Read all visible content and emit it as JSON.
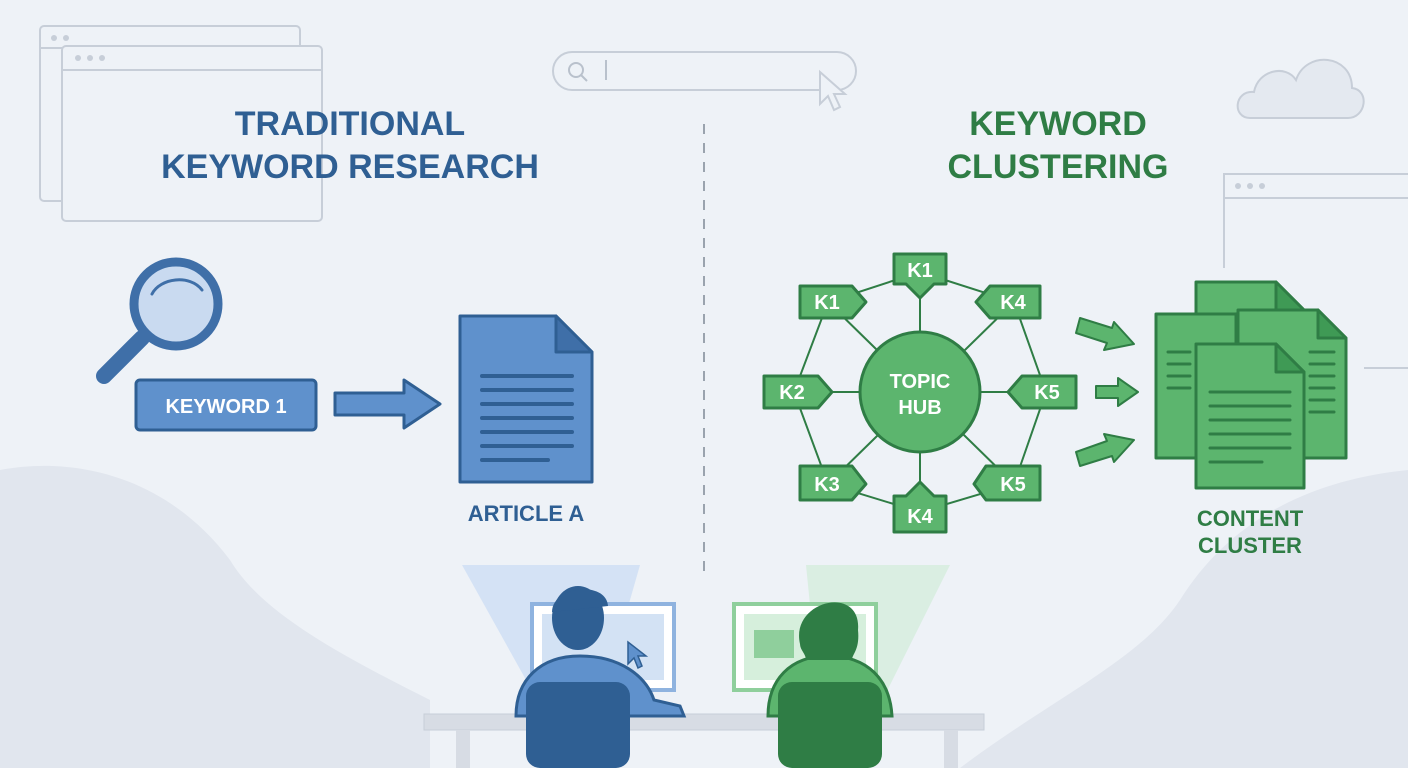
{
  "left_panel": {
    "title_line1": "TRADITIONAL",
    "title_line2": "KEYWORD RESEARCH",
    "keyword_label": "KEYWORD 1",
    "article_label": "ARTICLE A",
    "color": "#3f6fa8"
  },
  "right_panel": {
    "title_line1": "KEYWORD",
    "title_line2": "CLUSTERING",
    "hub_line1": "TOPIC",
    "hub_line2": "HUB",
    "nodes": [
      "K1",
      "K4",
      "K5",
      "K5",
      "K4",
      "K3",
      "K2",
      "K1"
    ],
    "output_line1": "CONTENT",
    "output_line2": "CLUSTER",
    "color": "#3f9a55"
  },
  "colors": {
    "background": "#eef2f7",
    "blue_dark": "#2f5f93",
    "blue_fill": "#5f91cc",
    "green_dark": "#2f7d45",
    "green_fill": "#5cb56e",
    "outline_gray": "#c7ced8"
  },
  "icons": [
    "browser-window-icon",
    "search-bar-icon",
    "cursor-icon",
    "cloud-icon",
    "magnifier-icon",
    "document-icon",
    "arrow-right-icon",
    "person-icon",
    "monitor-icon"
  ]
}
